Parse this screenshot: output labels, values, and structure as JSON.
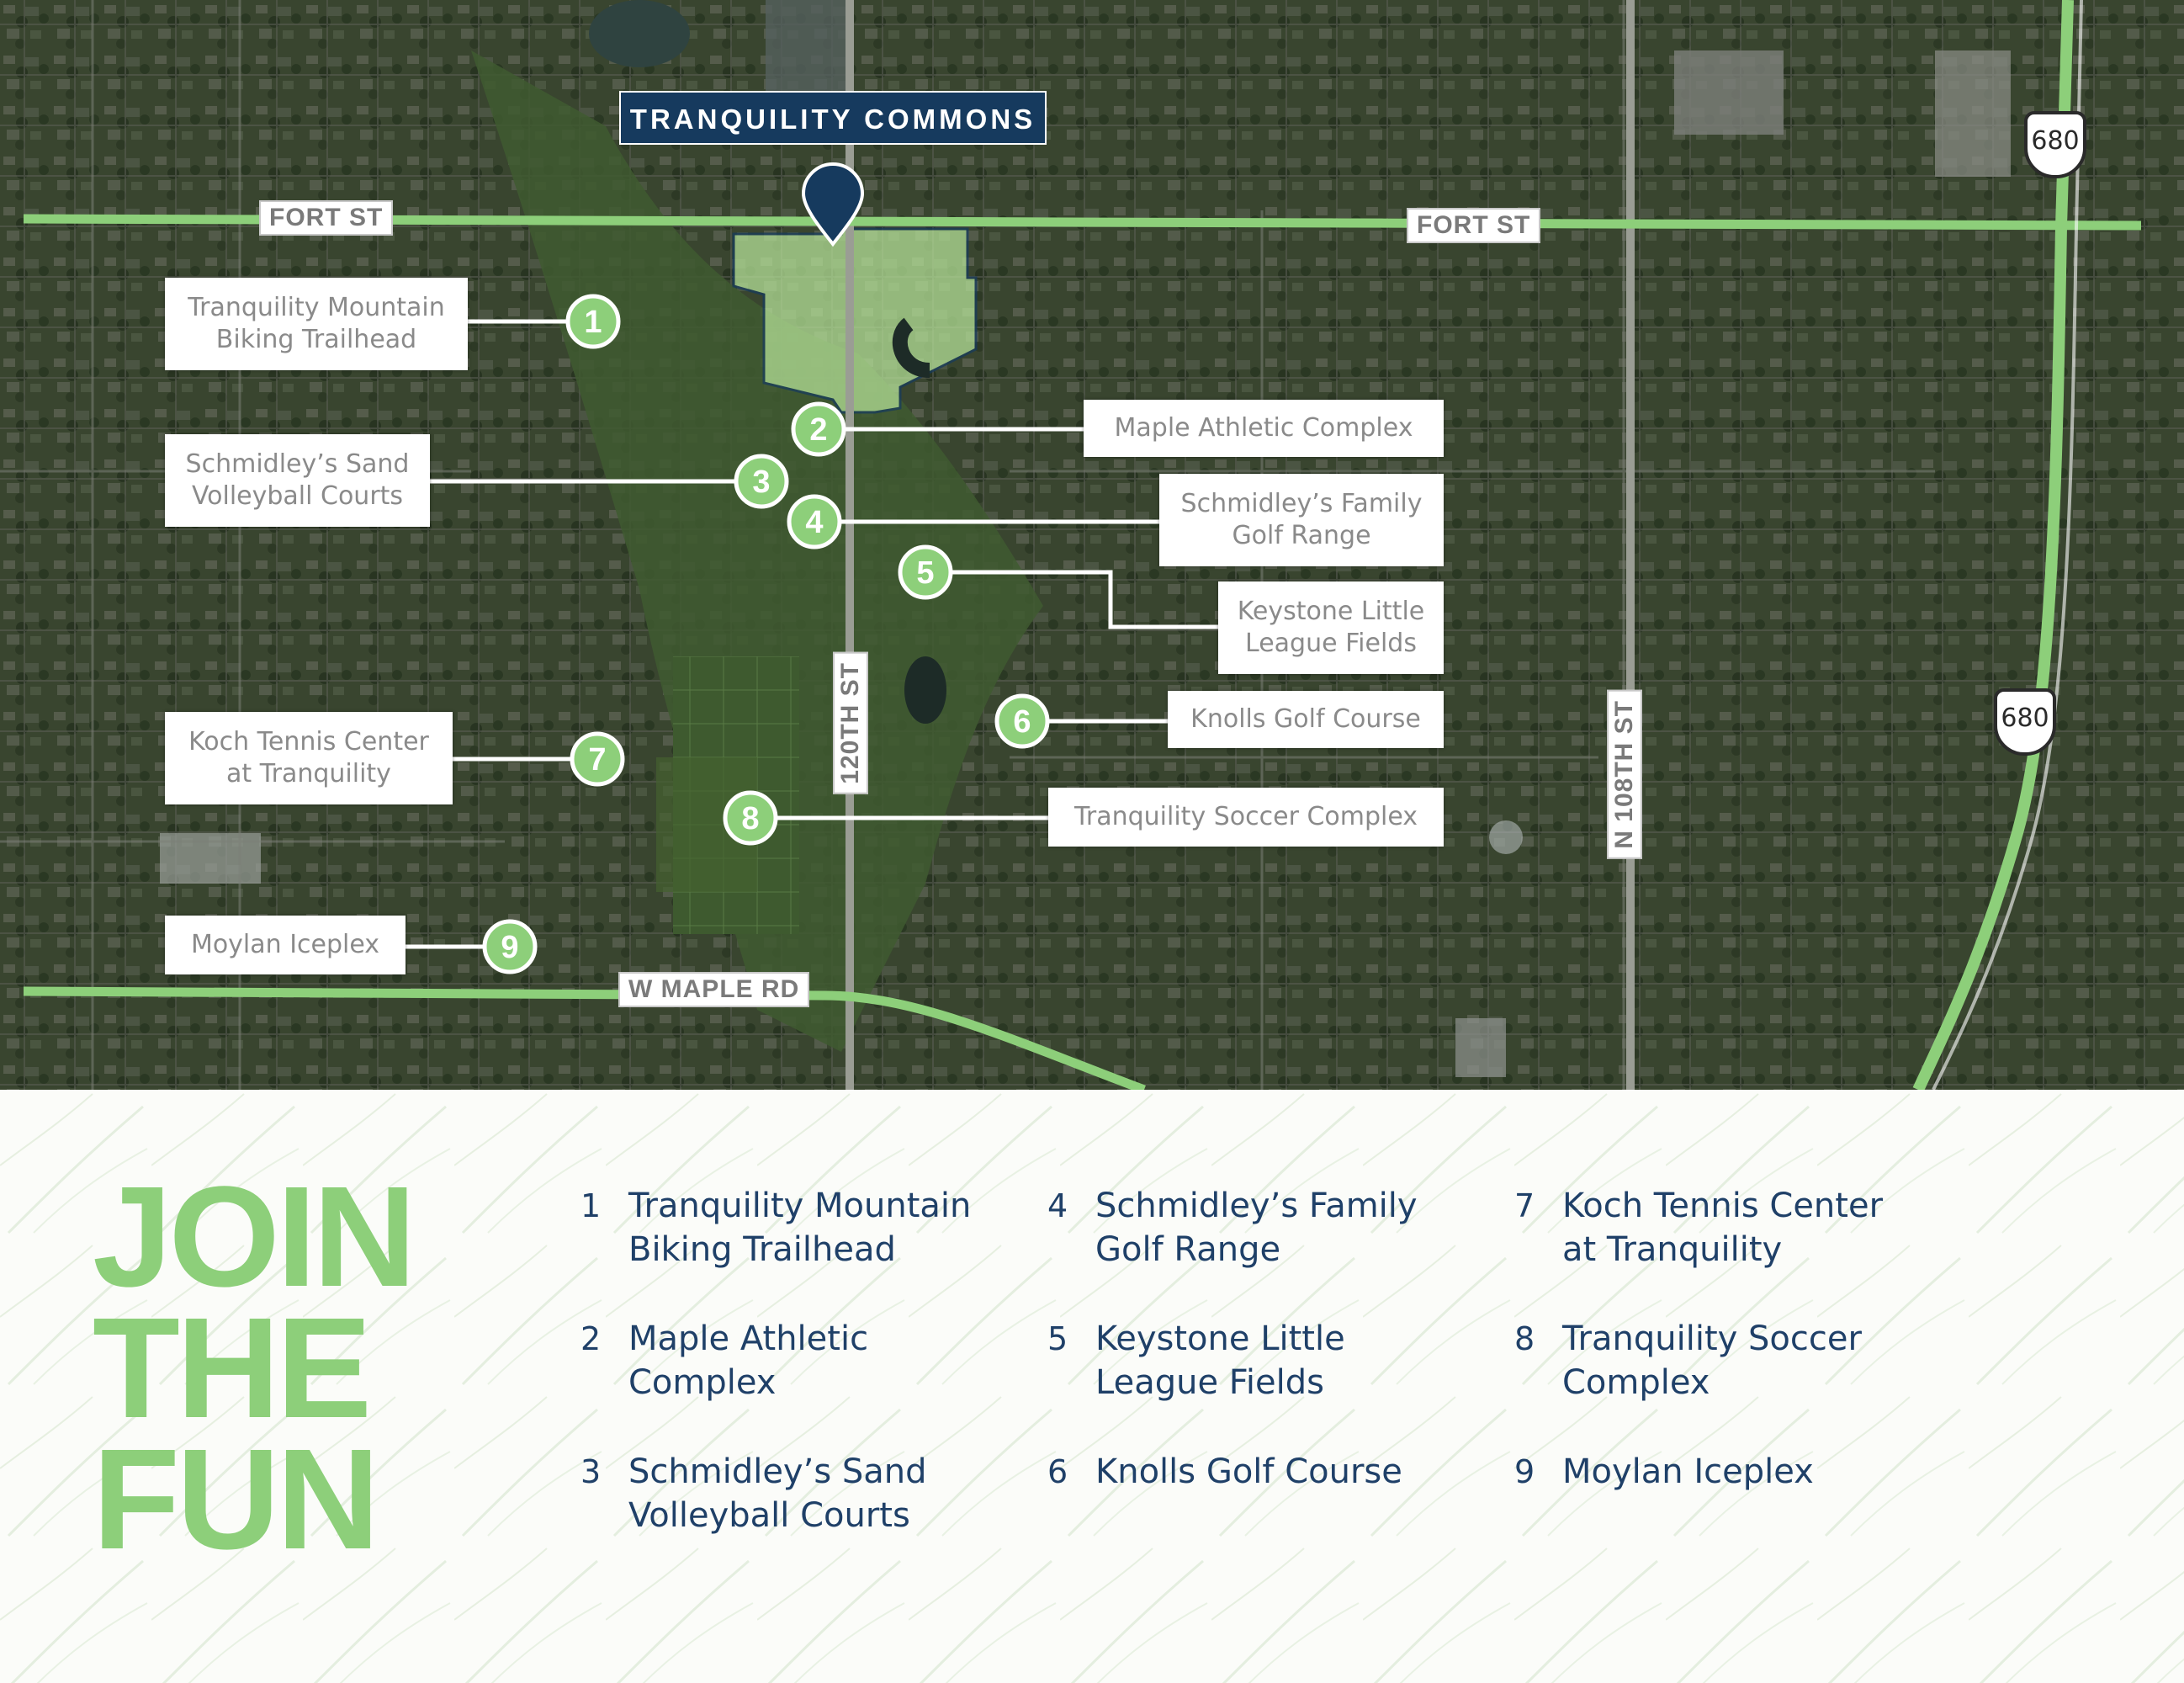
{
  "title": "TRANQUILITY COMMONS",
  "colors": {
    "accent_green": "#8dcf7a",
    "navy": "#163a5e",
    "label_text": "#8a8a8a",
    "highlight": "#b8e59a"
  },
  "roads": {
    "fort_st_west": "FORT ST",
    "fort_st_east": "FORT ST",
    "w_maple_rd": "W MAPLE RD",
    "st_120th": "120TH ST",
    "n_108th_st": "N 108TH ST",
    "i680_north": "680",
    "i680_south": "680"
  },
  "markers": [
    {
      "number": "1",
      "label": "Tranquility Mountain\nBiking Trailhead"
    },
    {
      "number": "2",
      "label": "Maple Athletic Complex"
    },
    {
      "number": "3",
      "label": "Schmidley’s Sand\nVolleyball Courts"
    },
    {
      "number": "4",
      "label": "Schmidley’s Family\nGolf Range"
    },
    {
      "number": "5",
      "label": "Keystone Little\nLeague Fields"
    },
    {
      "number": "6",
      "label": "Knolls Golf Course"
    },
    {
      "number": "7",
      "label": "Koch Tennis Center\nat Tranquility"
    },
    {
      "number": "8",
      "label": "Tranquility Soccer Complex"
    },
    {
      "number": "9",
      "label": "Moylan Iceplex"
    }
  ],
  "headline": [
    "JOIN",
    "THE",
    "FUN"
  ],
  "legend": [
    {
      "number": "1",
      "text": "Tranquility Mountain\nBiking Trailhead"
    },
    {
      "number": "2",
      "text": "Maple Athletic\nComplex"
    },
    {
      "number": "3",
      "text": "Schmidley’s Sand\nVolleyball Courts"
    },
    {
      "number": "4",
      "text": "Schmidley’s Family\nGolf Range"
    },
    {
      "number": "5",
      "text": "Keystone Little\nLeague Fields"
    },
    {
      "number": "6",
      "text": "Knolls Golf Course"
    },
    {
      "number": "7",
      "text": "Koch Tennis Center\nat Tranquility"
    },
    {
      "number": "8",
      "text": "Tranquility Soccer\nComplex"
    },
    {
      "number": "9",
      "text": "Moylan Iceplex"
    }
  ]
}
